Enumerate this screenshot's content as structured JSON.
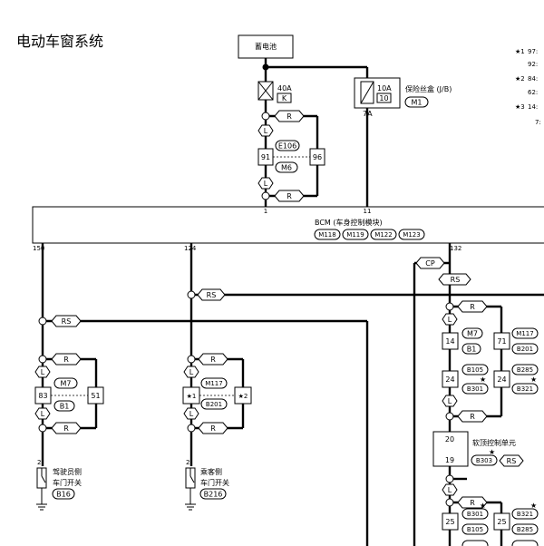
{
  "title": "电动车窗系统",
  "battery": "蓄电池",
  "fuse_40a": {
    "rating": "40A",
    "code": "K"
  },
  "fuse_10a": {
    "rating": "10A",
    "number": "10",
    "pin": "7A"
  },
  "fuse_box": {
    "label": "保险丝盒 (J/B)",
    "connector": "M1"
  },
  "wire_r": "R",
  "wire_l": "L",
  "wire_rs": "RS",
  "wire_cp": "CP",
  "joint_top": {
    "conn1": "E106",
    "conn2": "M6",
    "pin_left": "91",
    "pin_right": "96"
  },
  "bcm": {
    "label": "BCM (车身控制模块)",
    "connectors": [
      "M118",
      "M119",
      "M122",
      "M123"
    ],
    "top_pins": [
      "1",
      "11"
    ],
    "bottom_pins": [
      "150",
      "124",
      "132"
    ]
  },
  "joint_driver": {
    "conn1": "M7",
    "conn2": "B1",
    "pin_left": "83",
    "pin_right": "51"
  },
  "joint_passenger": {
    "conn1": "M117",
    "conn2": "B201",
    "pin_left": "★1",
    "pin_right": "★2"
  },
  "joint_right_upper": {
    "pin_left": "14",
    "conn_left_1": "M7",
    "conn_left_2": "B1",
    "pin_right": "71",
    "conn_right_1": "M117",
    "conn_right_2": "B201"
  },
  "joint_right_mid": {
    "pin_left": "24",
    "conn_left_1": "B105",
    "conn_left_2": "B301",
    "pin_right": "24",
    "conn_right_1": "B285",
    "conn_right_2": "B321"
  },
  "joint_right_lower": {
    "pin_left": "25",
    "conn_left_1": "B301",
    "conn_left_2": "B105",
    "pin_right": "25",
    "conn_right_1": "B321",
    "conn_right_2": "B285"
  },
  "softtop": {
    "label": "软顶控制单元",
    "pin_top": "20",
    "pin_bottom": "19",
    "connector": "B303"
  },
  "driver_switch": {
    "pin": "2",
    "line1": "驾驶员侧",
    "line2": "车门开关",
    "connector": "B16"
  },
  "passenger_switch": {
    "pin": "2",
    "line1": "乘客侧",
    "line2": "车门开关",
    "connector": "B216"
  },
  "notes": [
    {
      "mark": "★1",
      "text": "97:"
    },
    {
      "mark": "",
      "text": "92:"
    },
    {
      "mark": "★2",
      "text": "84:"
    },
    {
      "mark": "",
      "text": "62:"
    },
    {
      "mark": "★3",
      "text": "14:"
    },
    {
      "mark": "",
      "text": "7:"
    }
  ],
  "star": "★"
}
